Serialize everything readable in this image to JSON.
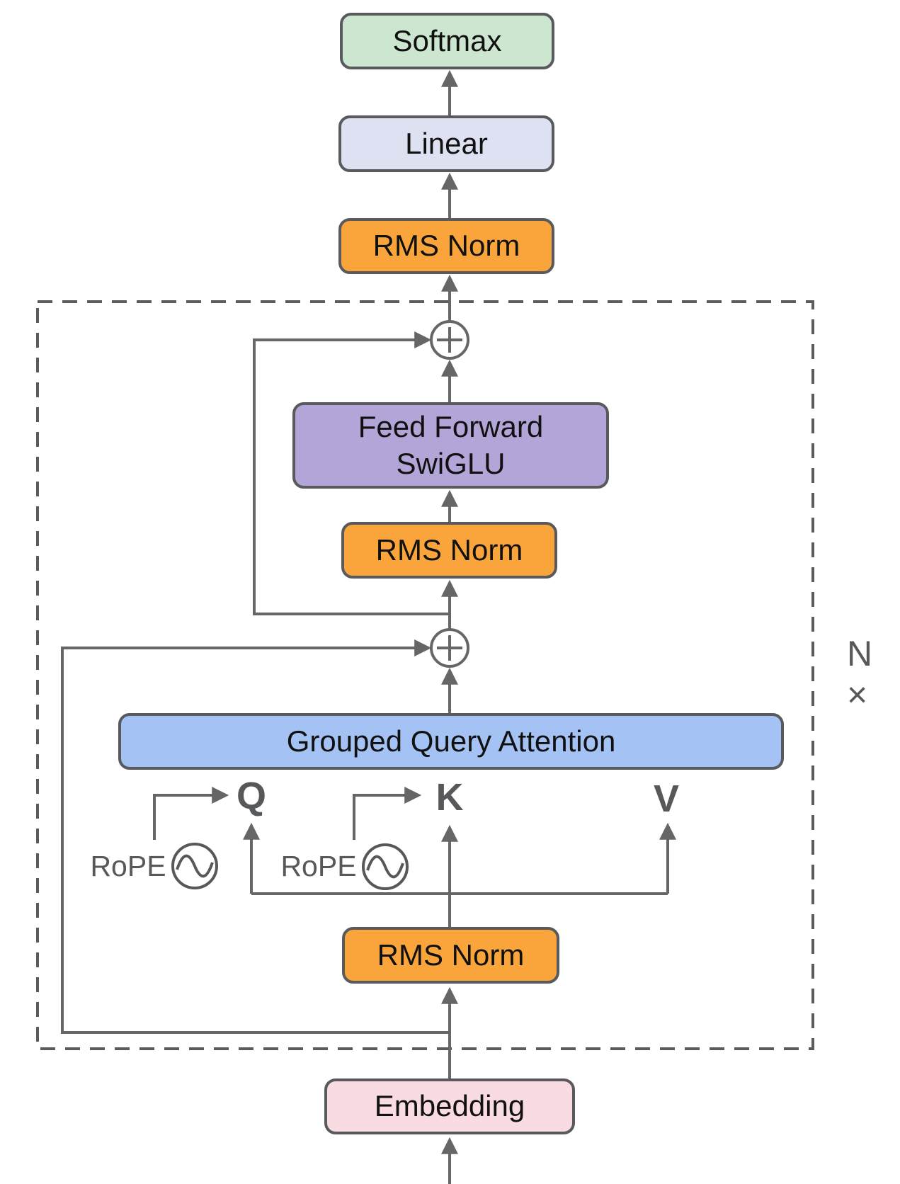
{
  "diagram": {
    "blocks": {
      "softmax": {
        "label": "Softmax",
        "color": "#cde6cf"
      },
      "linear": {
        "label": "Linear",
        "color": "#dde1f2"
      },
      "rms_norm_top": {
        "label": "RMS Norm",
        "color": "#f9a53c"
      },
      "feed_forward": {
        "line1": "Feed Forward",
        "line2": "SwiGLU",
        "color": "#b3a5d7"
      },
      "rms_norm_mid": {
        "label": "RMS Norm",
        "color": "#f9a53c"
      },
      "grouped_query_attention": {
        "label": "Grouped Query Attention",
        "color": "#a4c2f4"
      },
      "rms_norm_bottom": {
        "label": "RMS Norm",
        "color": "#f9a53c"
      },
      "embedding": {
        "label": "Embedding",
        "color": "#f8dce2"
      }
    },
    "attention_heads": {
      "query": "Q",
      "key": "K",
      "value": "V"
    },
    "rope": {
      "query_label": "RoPE",
      "key_label": "RoPE"
    },
    "loop_label": "N ×",
    "colors": {
      "wire": "#666666",
      "dashed_border": "#5b5b5b",
      "block_border": "#595a5d",
      "gray_text": "#57585a"
    }
  }
}
